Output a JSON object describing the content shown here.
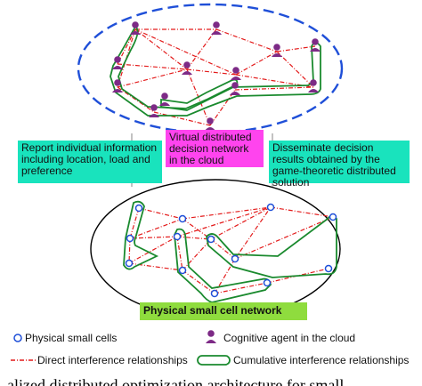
{
  "labels": {
    "report": "Report individual information including location, load and preference",
    "virtual": "Virtual distributed decision network in the cloud",
    "disseminate": "Disseminate decision results obtained by the game-theoretic distributed solution",
    "physical": "Physical small cell network"
  },
  "legend": {
    "small_cells": "Physical small cells",
    "cognitive_agent": "Cognitive agent in the cloud",
    "direct": "Direct interference relationships",
    "cumulative": "Cumulative interference relationships"
  },
  "caption_fragment": "alized distributed optimization architecture for small"
}
